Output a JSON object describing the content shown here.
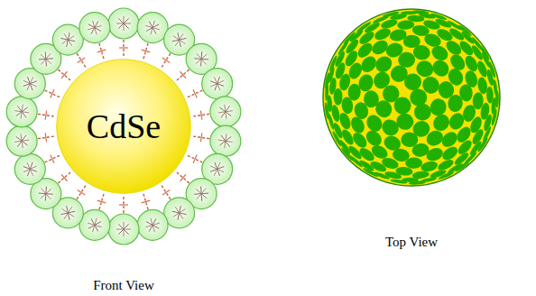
{
  "diagram": {
    "nodes": [
      {
        "text": [
          "CdSe"
        ]
      }
    ],
    "labels": [
      "Front View",
      "Top View"
    ]
  }
}
